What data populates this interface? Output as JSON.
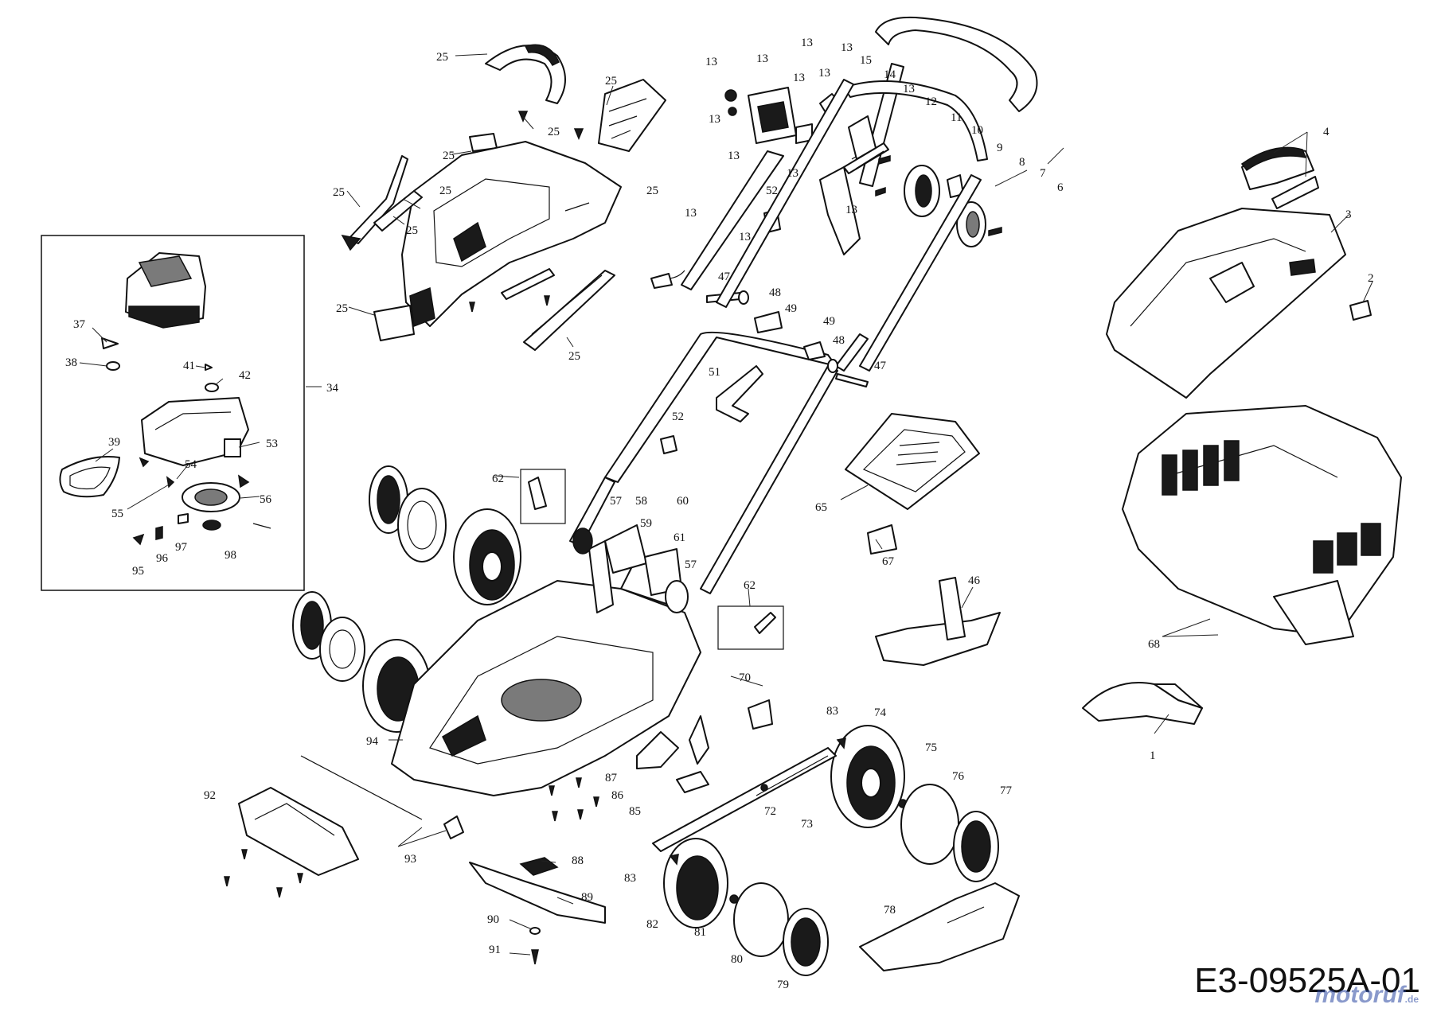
{
  "diagram": {
    "drawing_code": "E3-09525A-01",
    "watermark": {
      "brand": "motoruf",
      "suffix": ".de",
      "color": "#2a4aa0"
    },
    "labels": {
      "l1": "1",
      "l2": "2",
      "l3": "3",
      "l4": "4",
      "l6": "6",
      "l7": "7",
      "l8": "8",
      "l9": "9",
      "l10": "10",
      "l11": "11",
      "l12": "12",
      "l13": "13",
      "l14": "14",
      "l15": "15",
      "l25": "25",
      "l34": "34",
      "l37": "37",
      "l38": "38",
      "l39": "39",
      "l41": "41",
      "l42": "42",
      "l46": "46",
      "l47": "47",
      "l48": "48",
      "l49": "49",
      "l51": "51",
      "l52": "52",
      "l53": "53",
      "l54": "54",
      "l55": "55",
      "l56": "56",
      "l57": "57",
      "l58": "58",
      "l59": "59",
      "l60": "60",
      "l61": "61",
      "l62": "62",
      "l65": "65",
      "l67": "67",
      "l68": "68",
      "l70": "70",
      "l72": "72",
      "l73": "73",
      "l74": "74",
      "l75": "75",
      "l76": "76",
      "l77": "77",
      "l78": "78",
      "l79": "79",
      "l80": "80",
      "l81": "81",
      "l82": "82",
      "l83": "83",
      "l85": "85",
      "l86": "86",
      "l87": "87",
      "l88": "88",
      "l89": "89",
      "l90": "90",
      "l91": "91",
      "l92": "92",
      "l93": "93",
      "l94": "94",
      "l95": "95",
      "l96": "96",
      "l97": "97",
      "l98": "98"
    }
  }
}
